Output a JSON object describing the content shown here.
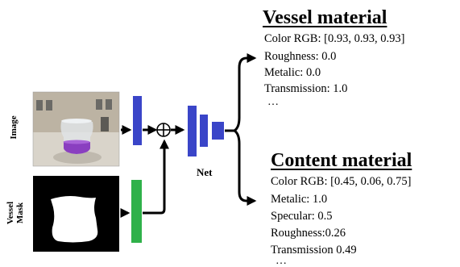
{
  "inputs": {
    "image_label": "Image",
    "mask_label_line1": "Vessel",
    "mask_label_line2": "Mask"
  },
  "network": {
    "label": "Net",
    "combine_symbol": "⊕"
  },
  "vessel_material": {
    "title": "Vessel material",
    "properties": [
      "Color RGB: [0.93, 0.93, 0.93]",
      "Roughness: 0.0",
      "Metalic: 0.0",
      "Transmission: 1.0"
    ],
    "more": "…"
  },
  "content_material": {
    "title": "Content material",
    "properties": [
      "Color RGB: [0.45, 0.06, 0.75]",
      "Metalic: 1.0",
      "Specular: 0.5",
      "Roughness:0.26",
      "Transmission 0.49"
    ],
    "more": "…"
  },
  "colors": {
    "image_branch": "#3a45c8",
    "mask_branch": "#2fb14a",
    "net_blocks": "#3a45c8",
    "liquid": "#8a3fc0"
  }
}
